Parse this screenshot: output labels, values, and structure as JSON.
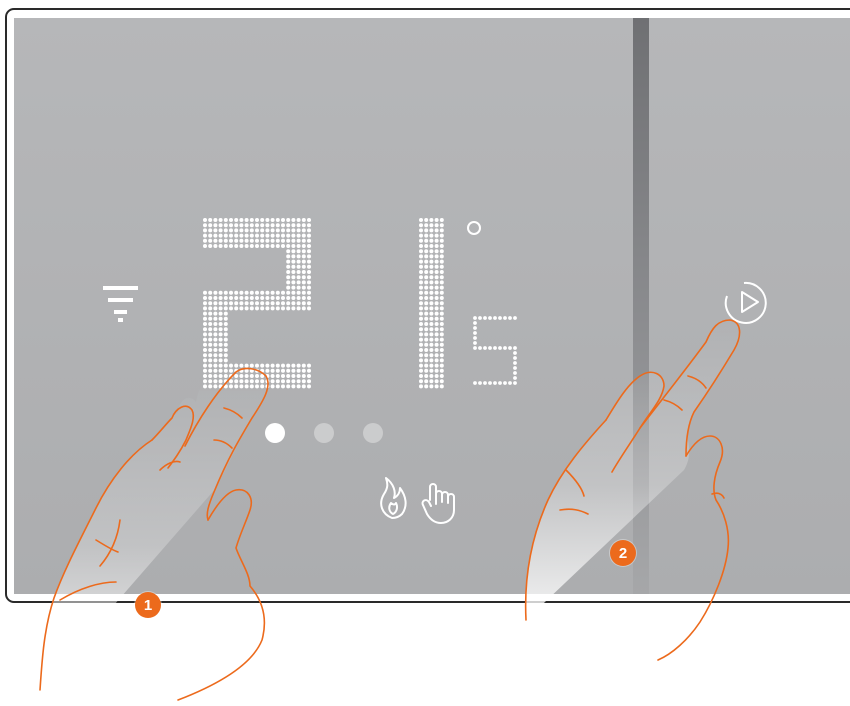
{
  "device": {
    "panel_color": "#b5b6b8",
    "accent_color": "#ec6a1c",
    "display_color": "#ffffff"
  },
  "display": {
    "temperature_digits": [
      "2",
      "1",
      "5"
    ],
    "unit_symbol": "°",
    "page_indicator": {
      "count": 3,
      "active": 1
    }
  },
  "icons": {
    "connection": "wifi-signal-icon",
    "mode": "flame-icon",
    "override": "manual-hand-icon",
    "action": "play-icon"
  },
  "steps": [
    {
      "label": "1"
    },
    {
      "label": "2"
    }
  ]
}
